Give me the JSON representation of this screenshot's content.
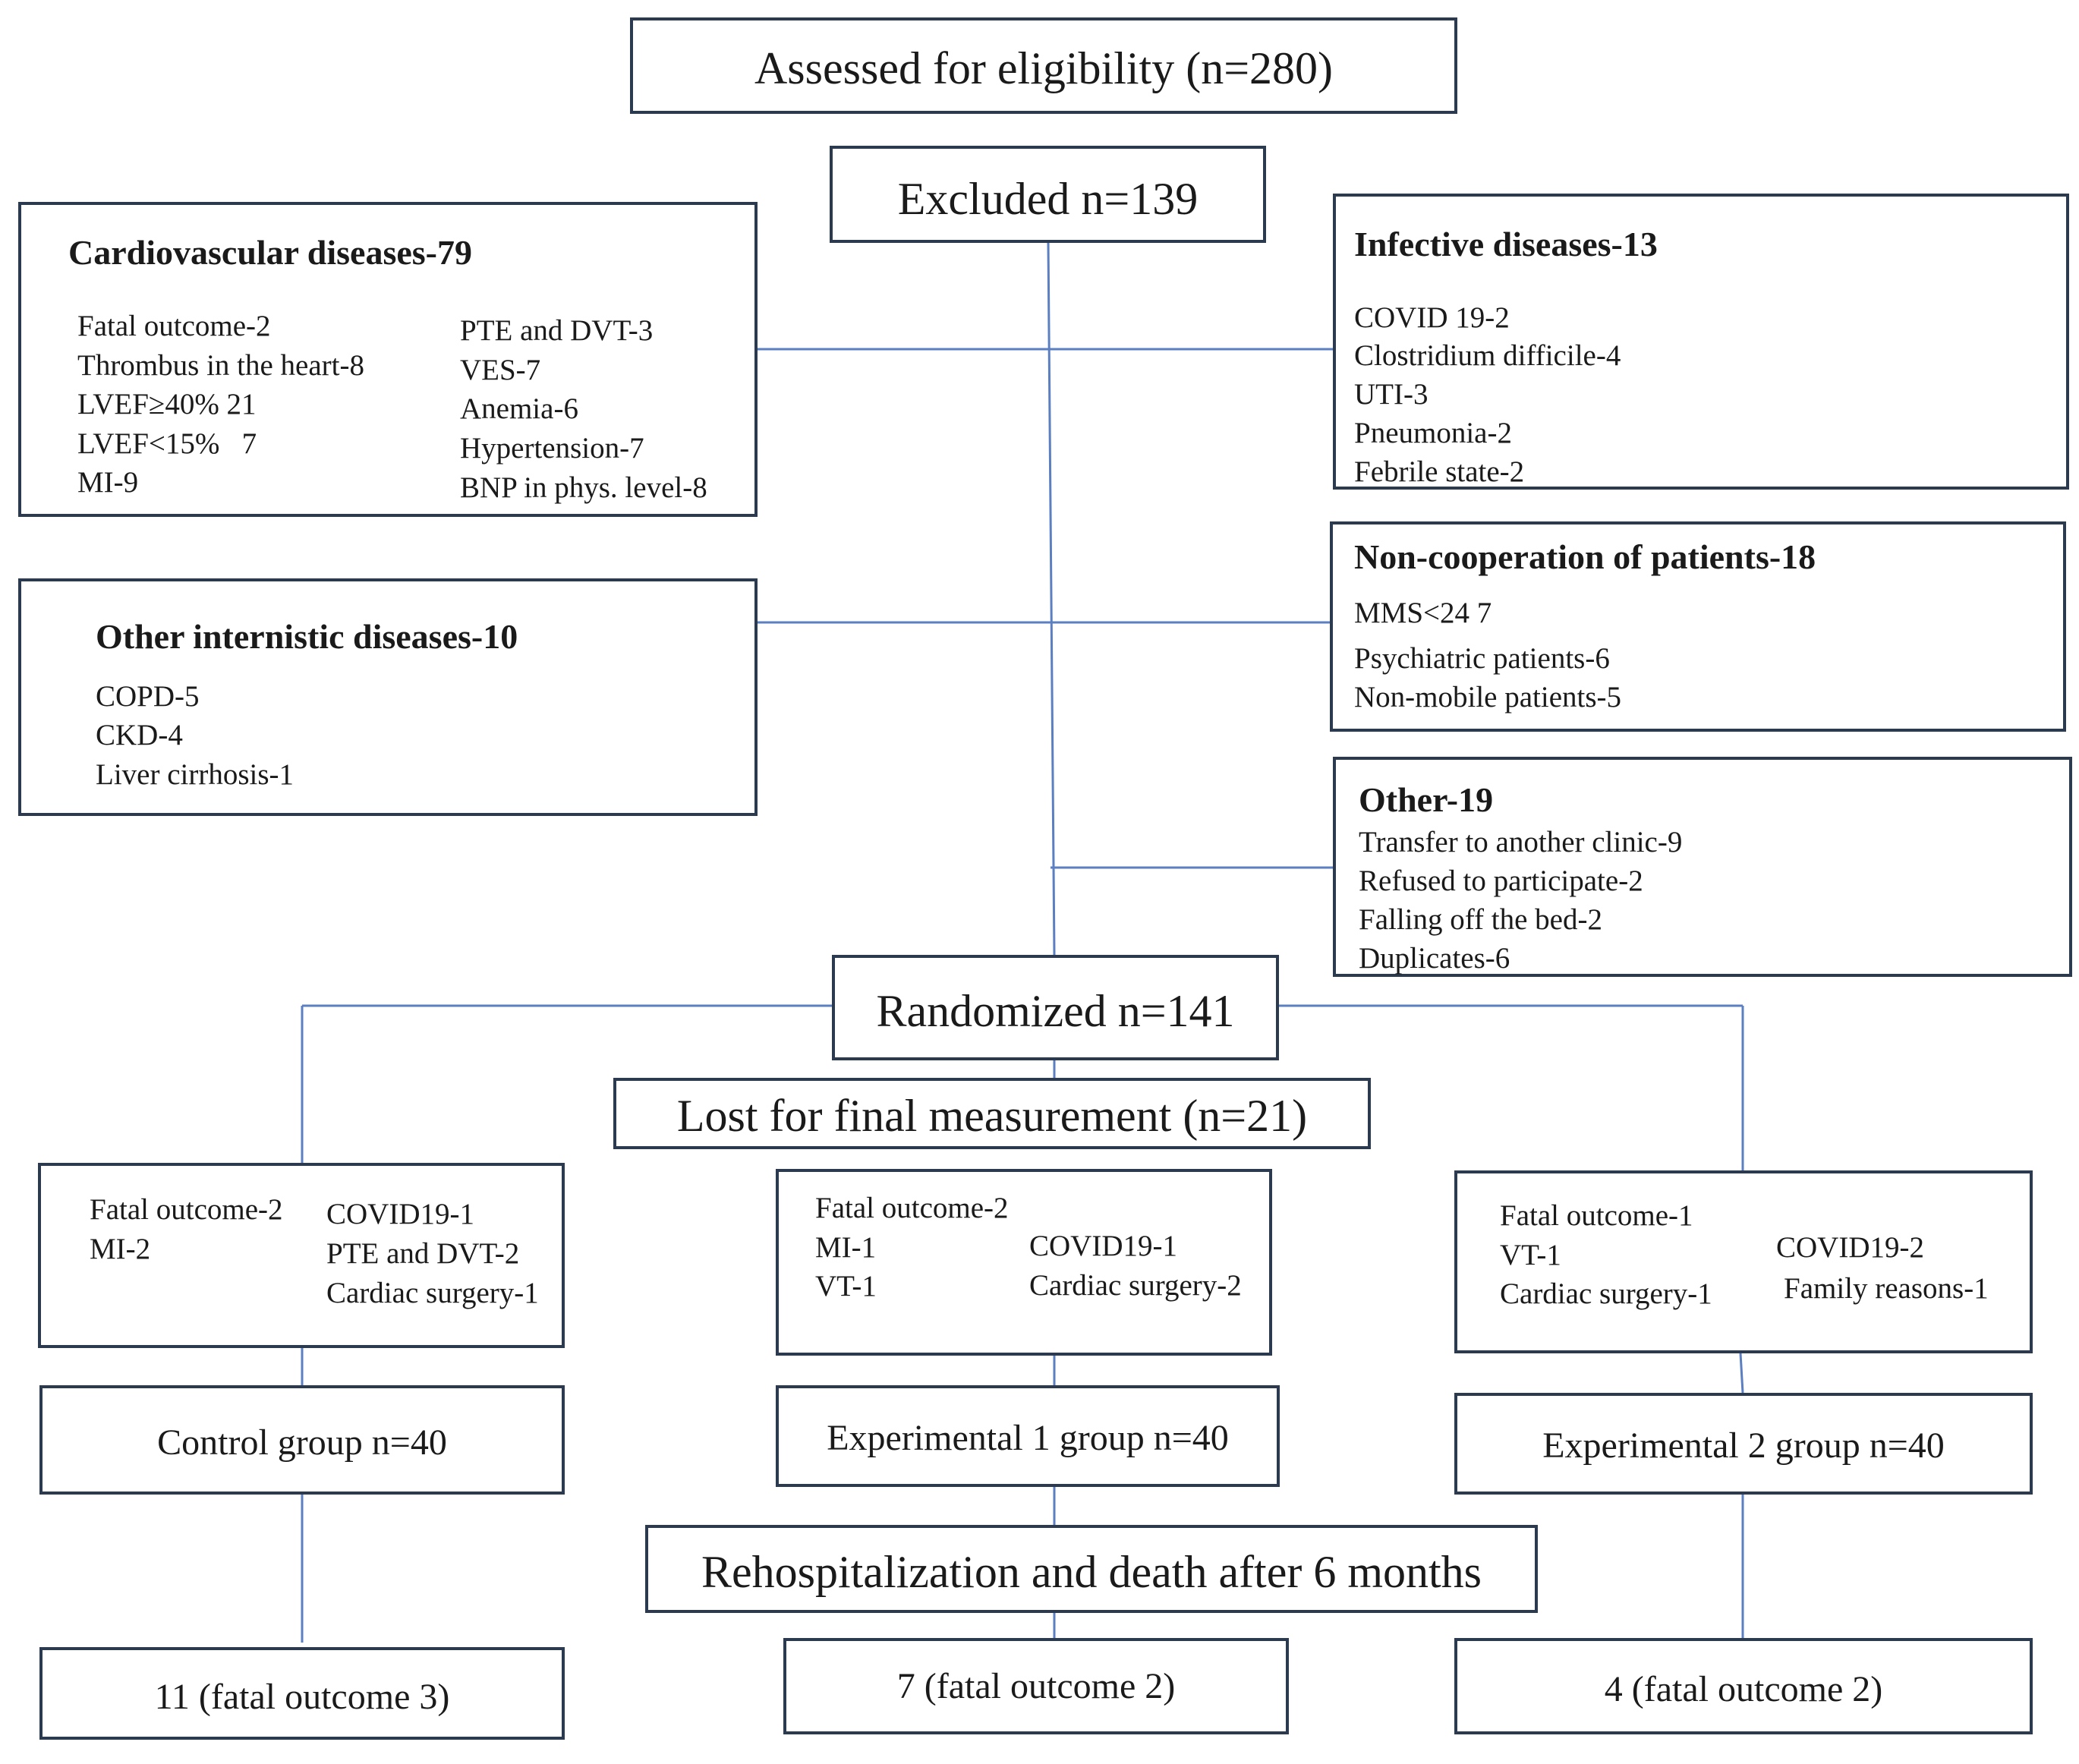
{
  "diagram": {
    "assessed": "Assessed for eligibility (n=280)",
    "excluded": "Excluded n=139",
    "cardiovascular": {
      "title": "Cardiovascular diseases-79",
      "col1": [
        "Fatal outcome-2",
        "Thrombus in the heart-8",
        "LVEF≥40% 21",
        "LVEF<15%   7",
        "MI-9"
      ],
      "col2": [
        "PTE and DVT-3",
        "VES-7",
        "Anemia-6",
        "Hypertension-7",
        "BNP in phys. level-8"
      ]
    },
    "infective": {
      "title": "Infective diseases-13",
      "items": [
        "COVID 19-2",
        "Clostridium difficile-4",
        "UTI-3",
        "Pneumonia-2",
        "Febrile state-2"
      ]
    },
    "other_internistic": {
      "title": "Other internistic diseases-10",
      "items": [
        "COPD-5",
        "CKD-4",
        "Liver cirrhosis-1"
      ]
    },
    "non_cooperation": {
      "title": "Non-cooperation of patients-18",
      "items": [
        "MMS<24 7",
        "Psychiatric patients-6",
        "Non-mobile patients-5"
      ]
    },
    "other": {
      "title": "Other-19",
      "items": [
        "Transfer to another clinic-9",
        "Refused to participate-2",
        "Falling off the bed-2",
        "Duplicates-6"
      ]
    },
    "randomized": "Randomized n=141",
    "lost": "Lost for final measurement (n=21)",
    "lost_control": {
      "col1": [
        "Fatal outcome-2",
        "MI-2"
      ],
      "col2": [
        "COVID19-1",
        "PTE and DVT-2",
        "Cardiac surgery-1"
      ]
    },
    "lost_exp1": {
      "col1": [
        "Fatal outcome-2",
        "MI-1",
        "VT-1"
      ],
      "col2": [
        "COVID19-1",
        "Cardiac surgery-2"
      ]
    },
    "lost_exp2": {
      "col1": [
        "Fatal outcome-1",
        "VT-1",
        "Cardiac surgery-1"
      ],
      "col2": [
        "COVID19-2",
        "Family reasons-1"
      ]
    },
    "groups": [
      "Control group n=40",
      "Experimental 1 group n=40",
      "Experimental 2 group n=40"
    ],
    "followup": "Rehospitalization and death after 6 months",
    "outcomes": [
      "11 (fatal outcome 3)",
      "7 (fatal outcome 2)",
      "4 (fatal outcome 2)"
    ]
  }
}
